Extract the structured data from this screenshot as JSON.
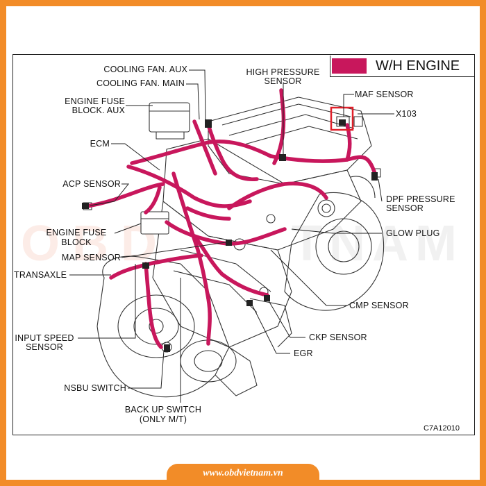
{
  "title": "W/H ENGINE",
  "figure_code": "C7A12010",
  "footer_url": "www.obdvietnam.vn",
  "watermark_left": "OBD",
  "watermark_right": "TNAM",
  "colors": {
    "harness": "#c8175c",
    "frame": "#f28c28",
    "highlight_box": "#e0202a"
  },
  "labels": {
    "cooling_fan_aux": "COOLING FAN. AUX",
    "cooling_fan_main": "COOLING FAN. MAIN",
    "engine_fuse_block_aux_1": "ENGINE FUSE",
    "engine_fuse_block_aux_2": "BLOCK. AUX",
    "ecm": "ECM",
    "acp_sensor": "ACP SENSOR",
    "engine_fuse_block_1": "ENGINE FUSE",
    "engine_fuse_block_2": "BLOCK",
    "map_sensor": "MAP SENSOR",
    "transaxle": "TRANSAXLE",
    "input_speed_sensor_1": "INPUT SPEED",
    "input_speed_sensor_2": "SENSOR",
    "nsbu_switch": "NSBU SWITCH",
    "back_up_switch_1": "BACK UP SWITCH",
    "back_up_switch_2": "(ONLY M/T)",
    "high_pressure_sensor_1": "HIGH PRESSURE",
    "high_pressure_sensor_2": "SENSOR",
    "maf_sensor": "MAF SENSOR",
    "x103": "X103",
    "dpf_pressure_sensor_1": "DPF PRESSURE",
    "dpf_pressure_sensor_2": "SENSOR",
    "glow_plug": "GLOW PLUG",
    "cmp_sensor": "CMP SENSOR",
    "ckp_sensor": "CKP SENSOR",
    "egr": "EGR"
  }
}
